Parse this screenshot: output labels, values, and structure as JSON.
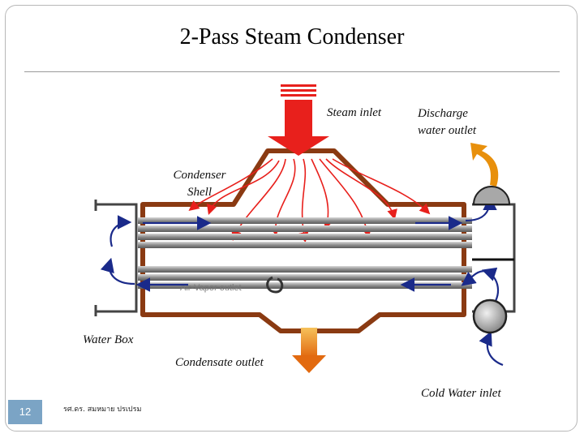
{
  "title": "2-Pass Steam Condenser",
  "labels": {
    "steam_inlet": "Steam inlet",
    "discharge_outlet": "Discharge\nwater outlet",
    "condenser_shell": "Condenser\nShell",
    "water_box": "Water Box",
    "condensate_outlet": "Condensate outlet",
    "cold_water_inlet": "Cold Water inlet",
    "air_vapor_outlet": "Air-Vapor outlet"
  },
  "footer": {
    "page_number": "12",
    "author": "รศ.ดร. สมหมาย ปรเปรม"
  },
  "colors": {
    "shell": "#8a3a12",
    "steam": "#e8201c",
    "cold_flow": "#1a2a8a",
    "tube": "#9a9a9a",
    "condensate": "#e87a1a",
    "discharge": "#e8900c",
    "page_box": "#7ba4c5"
  }
}
